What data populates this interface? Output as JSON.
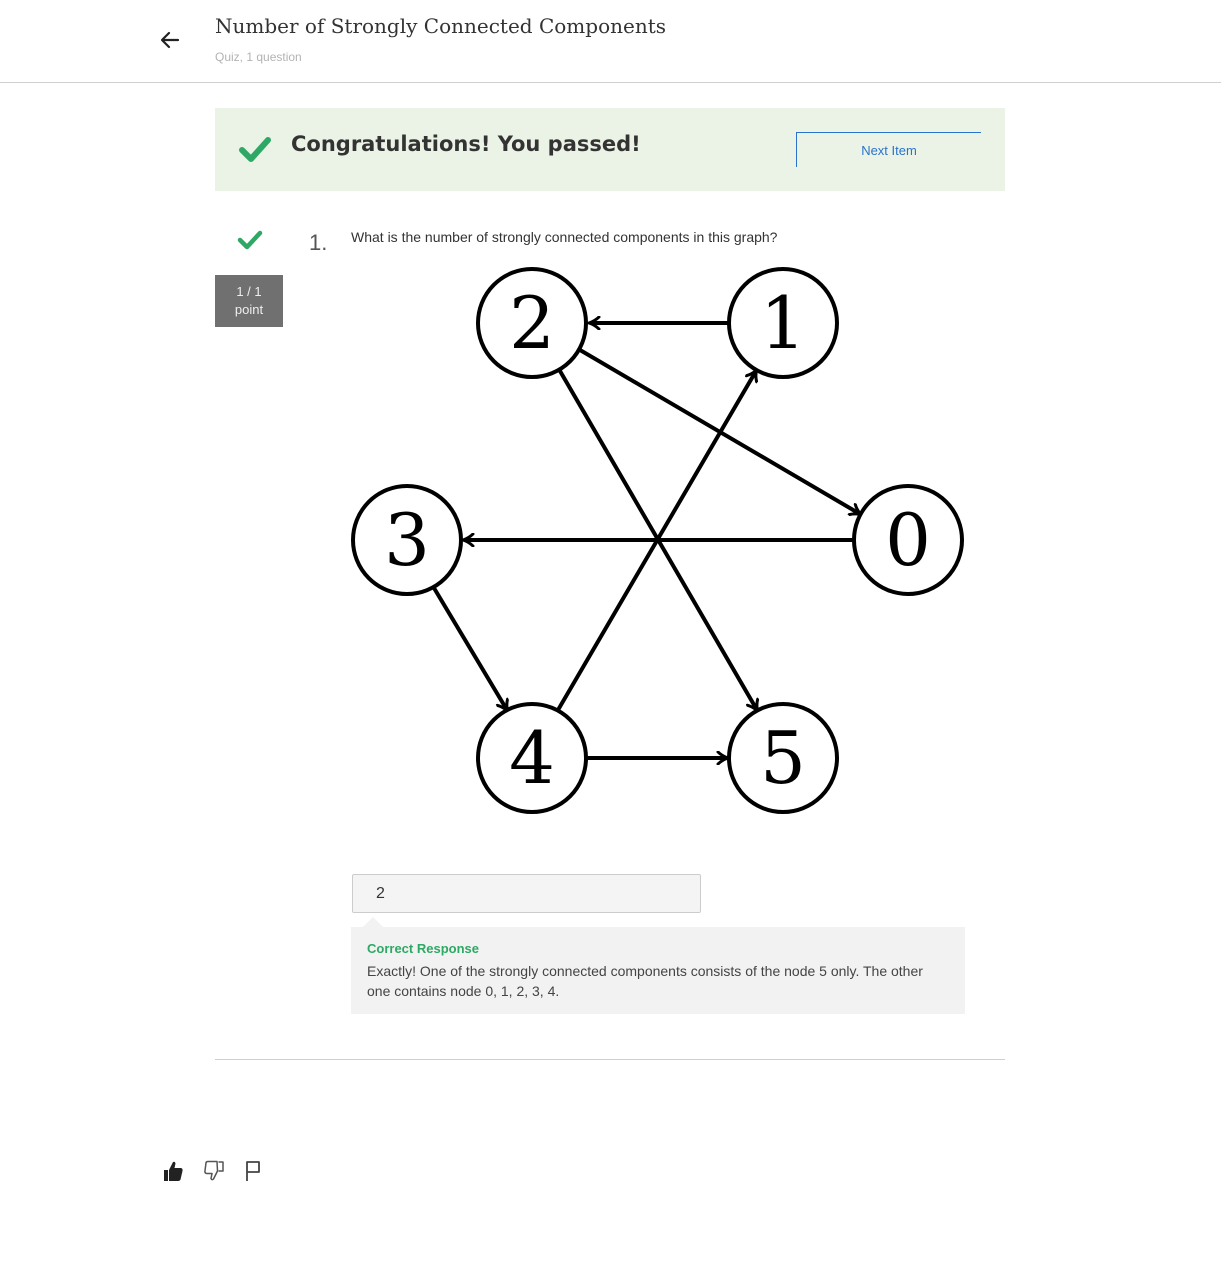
{
  "header": {
    "title": "Number of Strongly Connected Components",
    "subtitle": "Quiz, 1 question"
  },
  "banner": {
    "message": "Congratulations! You passed!",
    "next_button": "Next Item"
  },
  "question": {
    "number": "1.",
    "text": "What is the number of strongly connected components in this graph?",
    "points": "1 / 1",
    "points_unit": "point",
    "answer": "2"
  },
  "graph": {
    "nodes": [
      {
        "id": "0",
        "label": "0"
      },
      {
        "id": "1",
        "label": "1"
      },
      {
        "id": "2",
        "label": "2"
      },
      {
        "id": "3",
        "label": "3"
      },
      {
        "id": "4",
        "label": "4"
      },
      {
        "id": "5",
        "label": "5"
      }
    ],
    "edges": [
      {
        "from": "1",
        "to": "2"
      },
      {
        "from": "2",
        "to": "0"
      },
      {
        "from": "2",
        "to": "5"
      },
      {
        "from": "0",
        "to": "3"
      },
      {
        "from": "3",
        "to": "4"
      },
      {
        "from": "4",
        "to": "1"
      },
      {
        "from": "4",
        "to": "5"
      }
    ]
  },
  "feedback": {
    "title": "Correct Response",
    "text": "Exactly! One of the strongly connected components consists of the node 5 only. The other one contains node 0, 1, 2, 3, 4."
  },
  "icons": {
    "back": "arrow-left-icon",
    "passed": "checkmark-icon",
    "like": "thumbs-up-icon",
    "dislike": "thumbs-down-icon",
    "flag": "flag-icon"
  },
  "colors": {
    "accent": "#2a73cc",
    "success": "#2fa866",
    "banner_bg": "#eaf3e6"
  }
}
